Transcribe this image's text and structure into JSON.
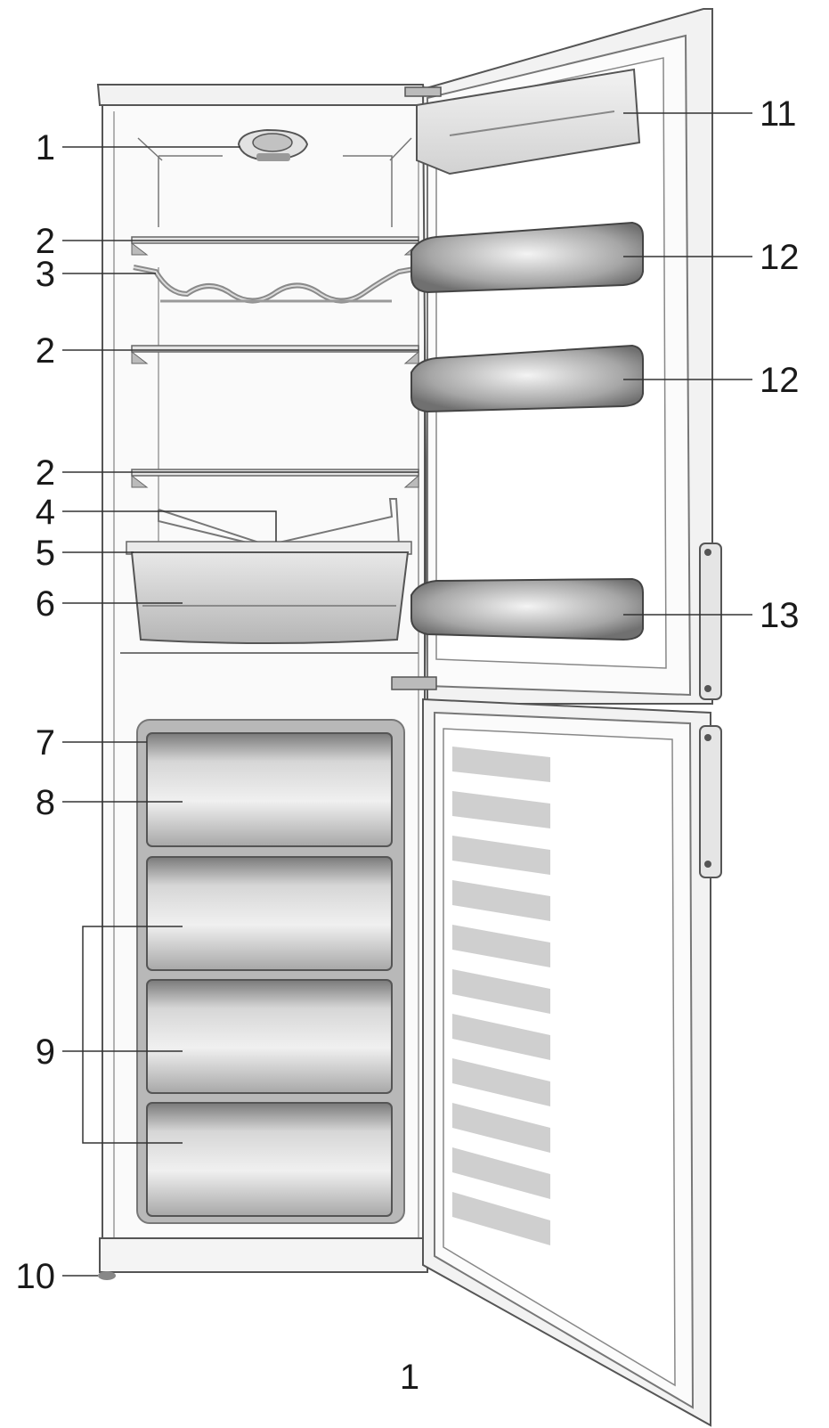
{
  "colors": {
    "outline": "#555555",
    "cabinet": "#f7f7f7",
    "part_fill": "#c9c9c9",
    "part_dark": "#8c8c8c",
    "stripe": "#cfcfcf",
    "leader": "#333333"
  },
  "callouts_left": [
    "1",
    "2",
    "3",
    "2",
    "2",
    "4",
    "5",
    "6",
    "7",
    "8",
    "9",
    "10"
  ],
  "callouts_right": [
    "11",
    "12",
    "12",
    "13"
  ],
  "page_number": "1"
}
